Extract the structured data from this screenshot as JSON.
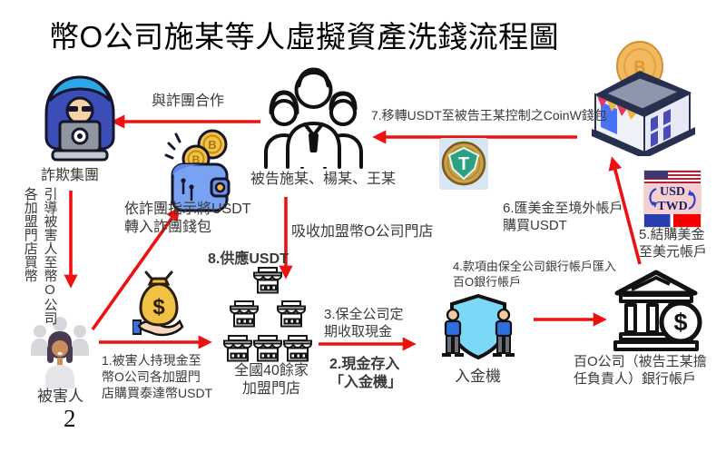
{
  "title": "幣O公司施某等人虛擬資產洗錢流程圖",
  "page_number": "2",
  "colors": {
    "arrow": "#ee1111",
    "text": "#3a3a3a",
    "background": "#ffffff"
  },
  "nodes": {
    "fraud_group": {
      "label": "詐欺集團"
    },
    "defendants": {
      "label": "被告施某、楊某、王某"
    },
    "victim": {
      "label": "被害人"
    },
    "franchise_stores": {
      "label": "全國40餘家\n加盟門店"
    },
    "deposit_machine": {
      "label": "入金機"
    },
    "bank_account": {
      "label": "百O公司（被告王某擔\n任負責人）銀行帳戶"
    },
    "usd_twd": {
      "top": "USD",
      "bottom": "TWD"
    }
  },
  "annotations": {
    "cooperate": "與詐團合作",
    "guide_victims": "引導被害人至幣O公司\n各加盟門店買幣",
    "wallet_instruction": "依詐團指示將USDT\n轉入詐團錢包",
    "absorb_stores": "吸收加盟幣O公司門店",
    "step1": "1.被害人持現金至\n幣O公司各加盟門\n店購買泰達幣USDT",
    "step2": "2.現金存入\n「入金機」",
    "step3": "3.保全公司定\n期收取現金",
    "step4": "4.款項由保全公司銀行帳戶匯入\n百O銀行帳戶",
    "step5": "5.結購美金\n至美元帳戶",
    "step6": "6.匯美金至境外帳戶\n購買USDT",
    "step7": "7.移轉USDT至被告王某控制之CoinW錢包",
    "step8": "8.供應USDT"
  },
  "icons": [
    "hacker-icon",
    "wallet-coins-icon",
    "defendants-group-icon",
    "tether-coin-icon",
    "crypto-shop-icon",
    "usd-twd-exchange-icon",
    "bank-icon",
    "security-guards-shield-icon",
    "franchise-stores-icon",
    "money-bag-hand-icon",
    "victim-icon"
  ]
}
